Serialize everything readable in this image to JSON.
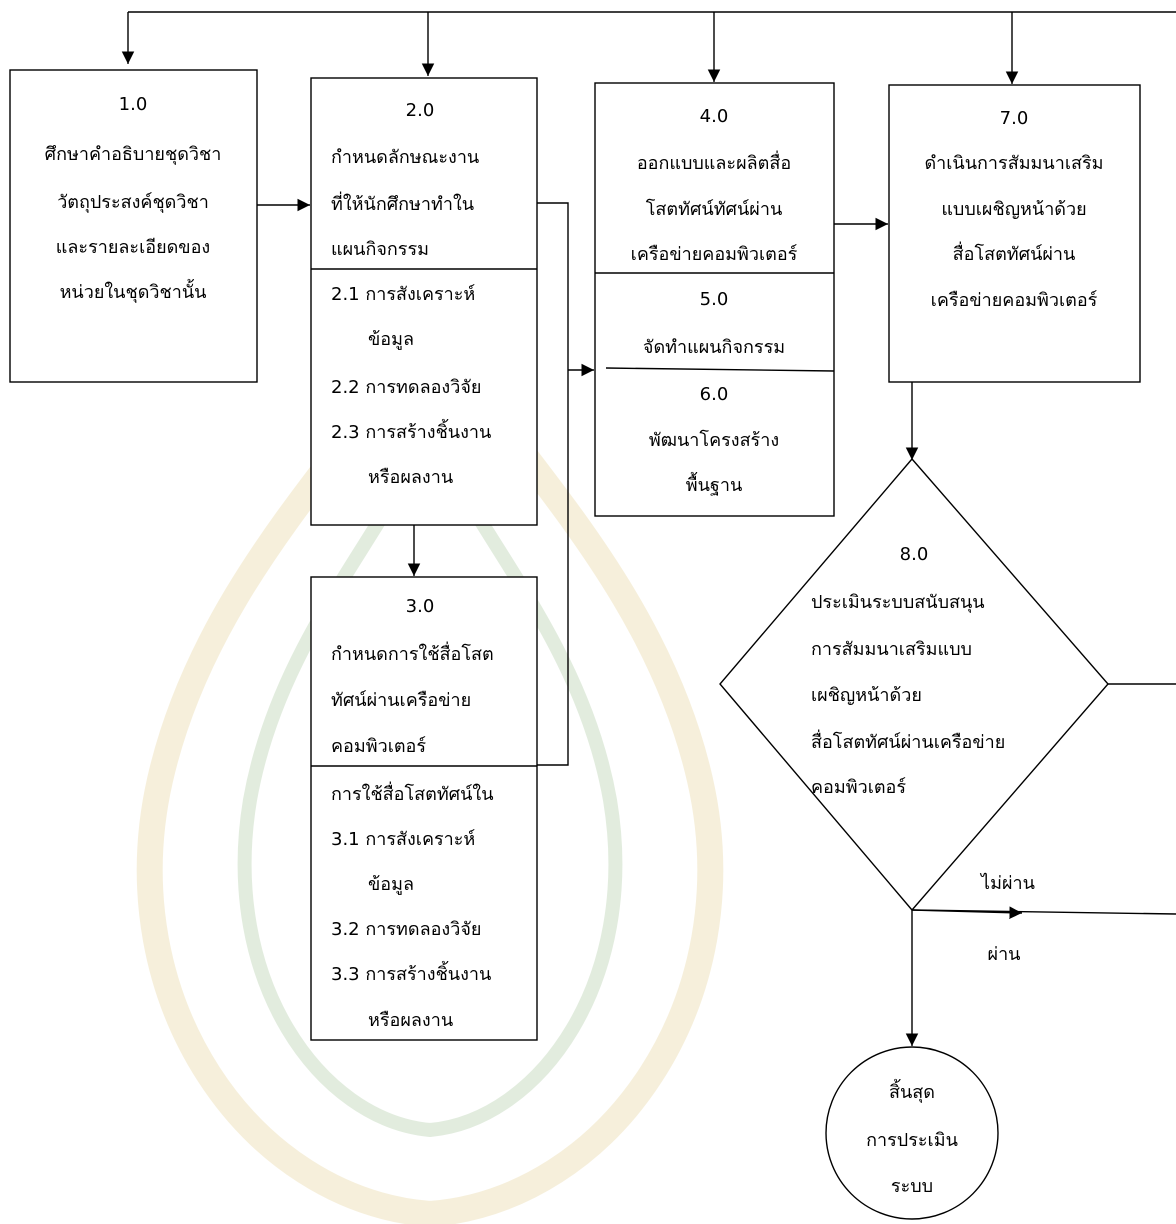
{
  "watermark": {
    "type": "university-seal",
    "color": "#c9a227",
    "accent": "#4f8f3a"
  },
  "boxes": {
    "p1": {
      "num": "1.0",
      "lines": [
        "ศึกษาคำอธิบายชุดวิชา",
        "วัตถุประสงค์ชุดวิชา",
        "และรายละเอียดของ",
        "หน่วยในชุดวิชานั้น"
      ]
    },
    "p2": {
      "num": "2.0",
      "lines": [
        "กำหนดลักษณะงาน",
        "ที่ให้นักศึกษาทำใน",
        "แผนกิจกรรม"
      ],
      "sub": [
        "2.1 การสังเคราะห์",
        "ข้อมูล",
        "2.2 การทดลองวิจัย",
        "2.3 การสร้างชิ้นงาน",
        "หรือผลงาน"
      ]
    },
    "p3": {
      "num": "3.0",
      "lines": [
        "กำหนดการใช้สื่อโสต",
        "ทัศน์ผ่านเครือข่าย",
        "คอมพิวเตอร์"
      ],
      "sub": [
        "การใช้สื่อโสตทัศน์ใน",
        "3.1 การสังเคราะห์",
        "ข้อมูล",
        "3.2 การทดลองวิจัย",
        "3.3 การสร้างชิ้นงาน",
        "หรือผลงาน"
      ]
    },
    "p4": {
      "num": "4.0",
      "lines": [
        "ออกแบบและผลิตสื่อ",
        "โสตทัศน์ทัศน์ผ่าน",
        "เครือข่ายคอมพิวเตอร์"
      ]
    },
    "p5": {
      "num": "5.0",
      "lines": [
        "จัดทำแผนกิจกรรม"
      ]
    },
    "p6": {
      "num": "6.0",
      "lines": [
        "พัฒนาโครงสร้าง",
        "พื้นฐาน"
      ]
    },
    "p7": {
      "num": "7.0",
      "lines": [
        "ดำเนินการสัมมนาเสริม",
        "แบบเผชิญหน้าด้วย",
        "สื่อโสตทัศน์ผ่าน",
        "เครือข่ายคอมพิวเตอร์"
      ]
    }
  },
  "decision": {
    "num": "8.0",
    "lines": [
      "ประเมินระบบสนับสนุน",
      "การสัมมนาเสริมแบบ",
      "เผชิญหน้าด้วย",
      "สื่อโสตทัศน์ผ่านเครือข่าย",
      "คอมพิวเตอร์"
    ]
  },
  "labels": {
    "fail": "ไม่ผ่าน",
    "pass": "ผ่าน"
  },
  "end": {
    "lines": [
      "สิ้นสุด",
      "การประเมิน",
      "ระบบ"
    ]
  }
}
